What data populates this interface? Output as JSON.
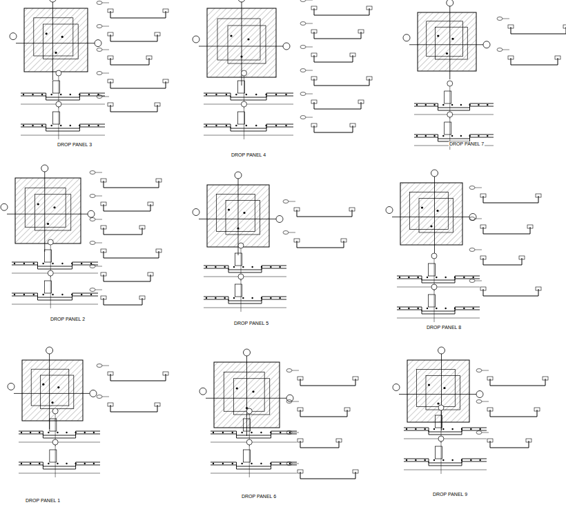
{
  "diagram": {
    "labels": [
      "DROP PANEL 3",
      "DROP PANEL 4",
      "DROP PANEL 7",
      "DROP PANEL 2",
      "DROP PANEL 5",
      "DROP PANEL 8",
      "DROP PANEL 1",
      "DROP PANEL 6",
      "DROP PANEL 9"
    ]
  }
}
